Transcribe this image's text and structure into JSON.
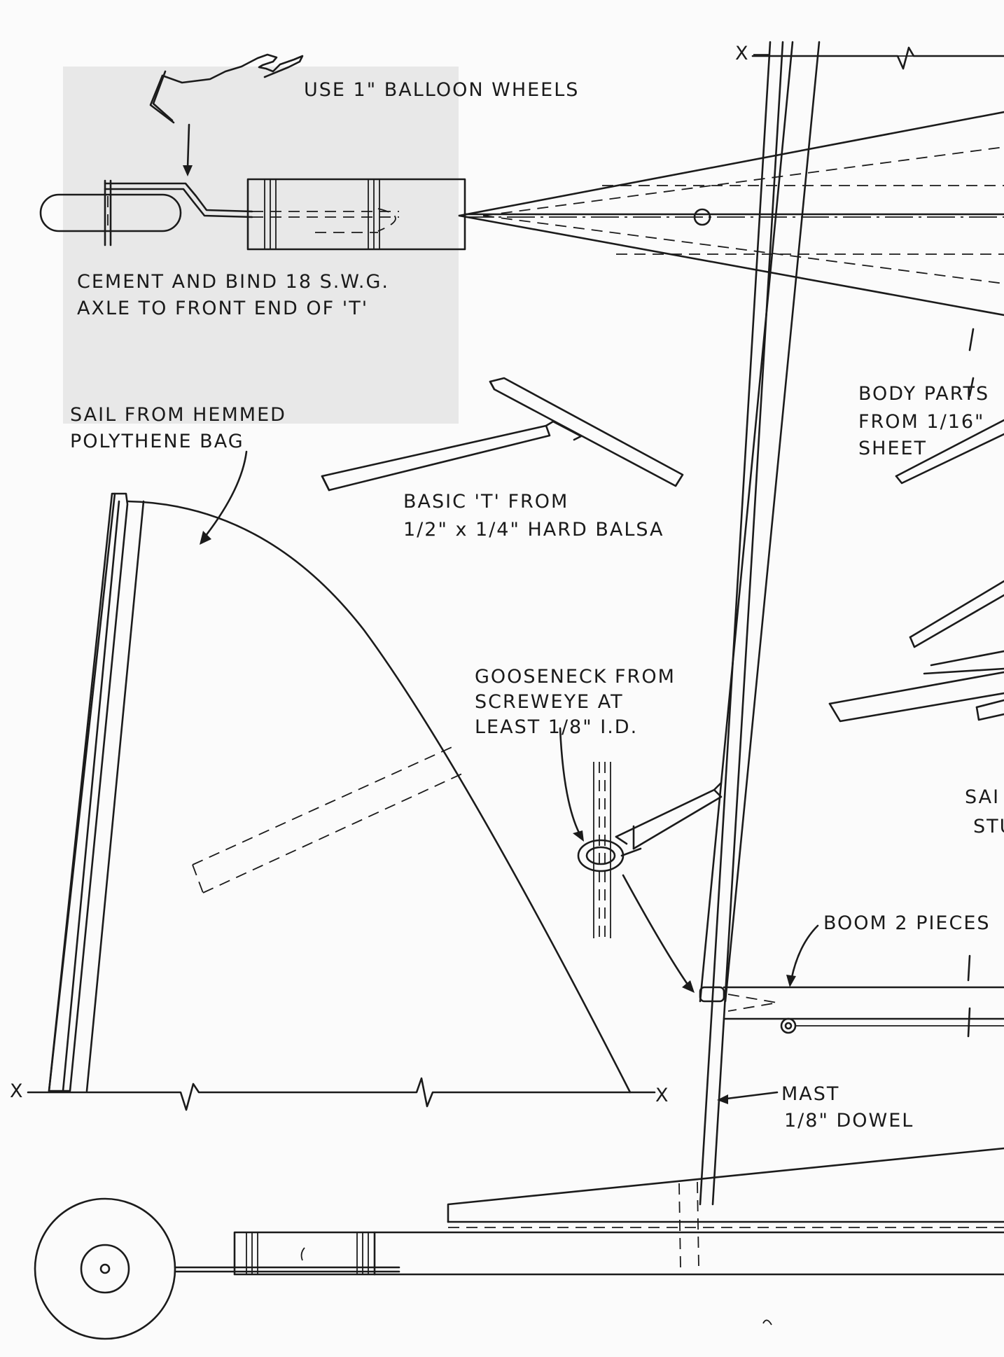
{
  "labels": {
    "wheels": "USE 1\" BALLOON WHEELS",
    "axle_line1": "CEMENT AND BIND 18 S.W.G.",
    "axle_line2": "AXLE TO FRONT END OF 'T'",
    "sail_line1": "SAIL FROM HEMMED",
    "sail_line2": "POLYTHENE BAG",
    "t_line1": "BASIC 'T' FROM",
    "t_line2": "1/2\"  x 1/4\" HARD BALSA",
    "body_line1": "BODY PARTS",
    "body_line2": "FROM 1/16\"",
    "body_line3": "SHEET",
    "gooseneck_line1": "GOOSENECK FROM",
    "gooseneck_line2": "SCREWEYE AT",
    "gooseneck_line3": "LEAST 1/8\" I.D.",
    "boom": "BOOM 2 PIECES",
    "mast_line1": "MAST",
    "mast_line2": "1/8\" DOWEL",
    "sail_cut_line1": "SAI",
    "sail_cut_line2": "STU",
    "x_top": "X",
    "x_left": "X",
    "x_right": "X"
  },
  "colors": {
    "ink": "#1b1b1b",
    "paper": "#fbfbfb"
  }
}
